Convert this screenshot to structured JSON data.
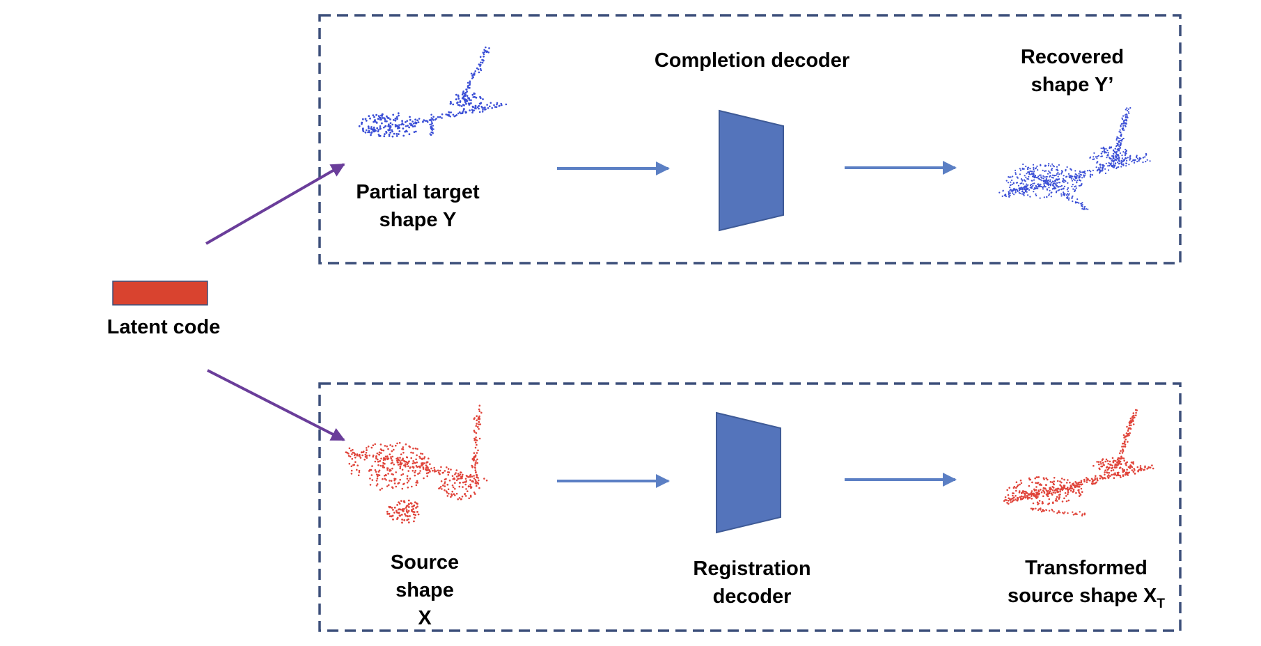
{
  "latent": {
    "label": "Latent code",
    "color": "#d9432f"
  },
  "top_branch": {
    "input_label_line1": "Partial target",
    "input_label_line2": "shape Y",
    "decoder_label": "Completion decoder",
    "output_label_line1": "Recovered",
    "output_label_line2": "shape Y’",
    "point_color": "#3b4fd6"
  },
  "bottom_branch": {
    "input_label_line1": "Source",
    "input_label_line2": "shape",
    "input_label_line3": "X",
    "decoder_label_line1": "Registration",
    "decoder_label_line2": "decoder",
    "output_label_line1": "Transformed",
    "output_label_line2": "source shape X",
    "output_label_subscript": "T",
    "point_color": "#e0443a"
  },
  "colors": {
    "dashed_box": "#3c4f7a",
    "decoder_fill": "#5474bb",
    "flow_arrow": "#5b7fc4",
    "latent_arrow": "#6a3d9a"
  }
}
